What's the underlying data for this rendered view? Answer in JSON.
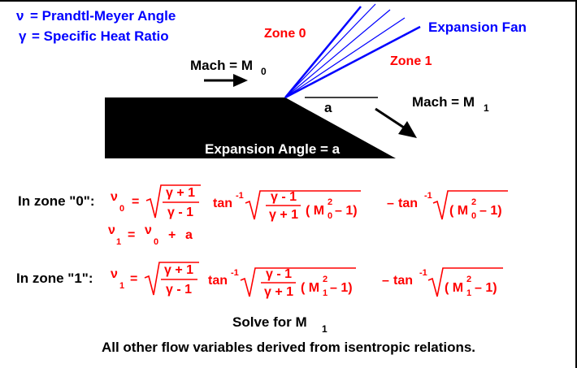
{
  "legend": {
    "nu_symbol": "ν",
    "nu_def": "= Prandtl-Meyer Angle",
    "gamma_symbol": "γ",
    "gamma_def": "= Specific Heat Ratio"
  },
  "diagram": {
    "zone0": "Zone 0",
    "zone1": "Zone 1",
    "fan": "Expansion Fan",
    "mach0": "Mach = M",
    "mach0_sub": "0",
    "mach1": "Mach = M",
    "mach1_sub": "1",
    "angle_symbol": "a",
    "expansion_angle": "Expansion Angle = a"
  },
  "colors": {
    "label_blue": "#0000ff",
    "equation_red": "#ff0000",
    "body": "#000000"
  },
  "equations": {
    "common": {
      "nu": "ν",
      "eq": "=",
      "gp1": "γ + 1",
      "gm1": "γ - 1",
      "tan": "tan",
      "inv": "-1",
      "paren_m": "( M",
      "sq": "2",
      "minus_one": "– 1)",
      "minus": "–",
      "plus": "+",
      "a": "a"
    },
    "zone0": {
      "label": "In zone \"0\":",
      "sub": "0"
    },
    "relation": {
      "lhs_sub": "1",
      "rhs_sub": "0"
    },
    "zone1": {
      "label": "In zone \"1\":",
      "sub": "1"
    }
  },
  "footer": {
    "solve": "Solve for M",
    "solve_sub": "1",
    "note": "All other flow variables derived from isentropic relations."
  }
}
